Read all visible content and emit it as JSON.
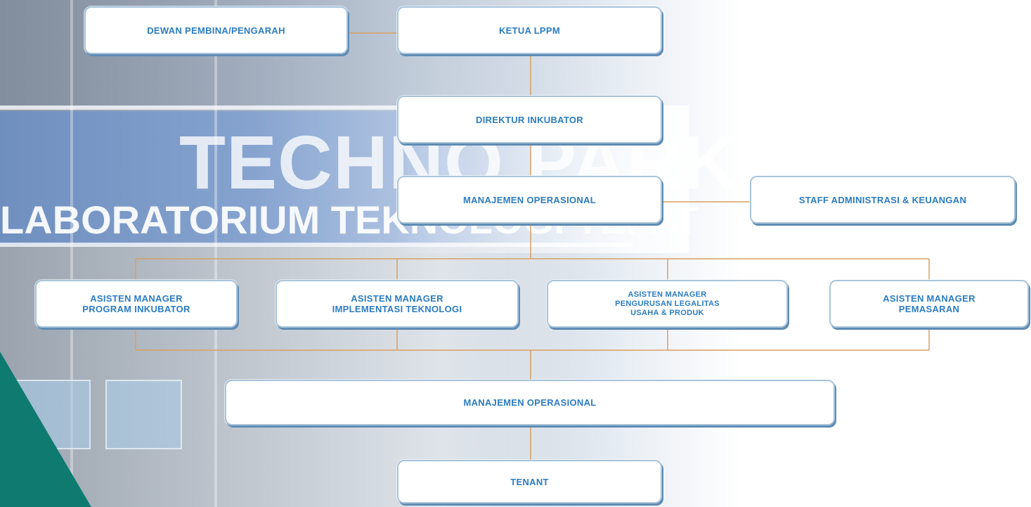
{
  "background": {
    "sign_line1": "TECHNO PARK",
    "sign_line2": "LABORATORIUM TEKNOLOGI TEPAT",
    "accent_color": "#0f7b70"
  },
  "org": {
    "dewan": "DEWAN PEMBINA/PENGARAH",
    "ketua": "KETUA LPPM",
    "direktur": "DIREKTUR INKUBATOR",
    "manajemen_top": "MANAJEMEN OPERASIONAL",
    "staff": "STAFF ADMINISTRASI & KEUANGAN",
    "asisten_program": "ASISTEN MANAGER\nPROGRAM INKUBATOR",
    "asisten_implementasi": "ASISTEN MANAGER\nIMPLEMENTASI TEKNOLOGI",
    "asisten_legalitas": "ASISTEN MANAGER\nPENGURUSAN LEGALITAS\nUSAHA & PRODUK",
    "asisten_pemasaran": "ASISTEN MANAGER\nPEMASARAN",
    "manajemen_bottom": "MANAJEMEN OPERASIONAL",
    "tenant": "TENANT"
  }
}
